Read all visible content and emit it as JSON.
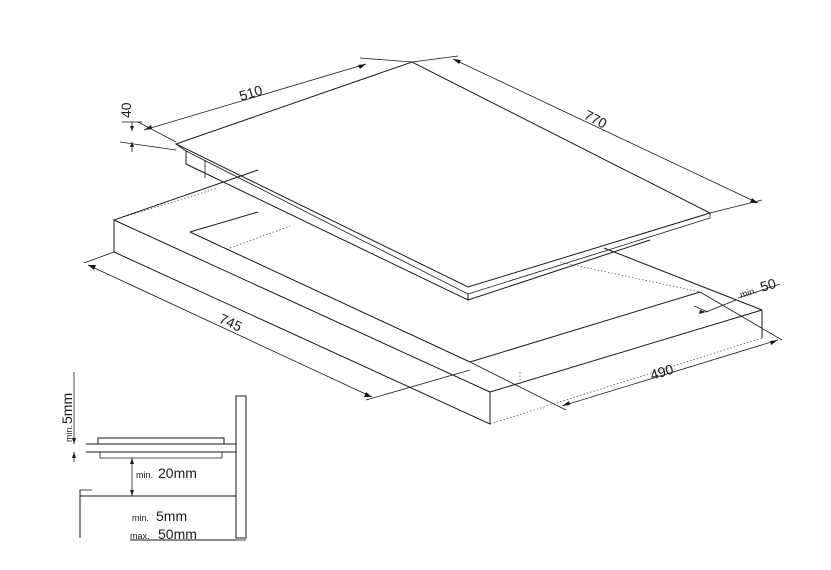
{
  "dimensions": {
    "hob_thickness": "40",
    "hob_depth": "510",
    "hob_width": "770",
    "cutout_width": "745",
    "cutout_depth": "490",
    "rear_clearance_prefix": "min.",
    "rear_clearance_value": "50"
  },
  "detail": {
    "top_gap_prefix": "min.",
    "top_gap_value": "5mm",
    "below_gap_prefix": "min.",
    "below_gap_value": "20mm",
    "panel_min_prefix": "min.",
    "panel_min_value": "5mm",
    "panel_max_prefix": "max.",
    "panel_max_value": "50mm"
  }
}
